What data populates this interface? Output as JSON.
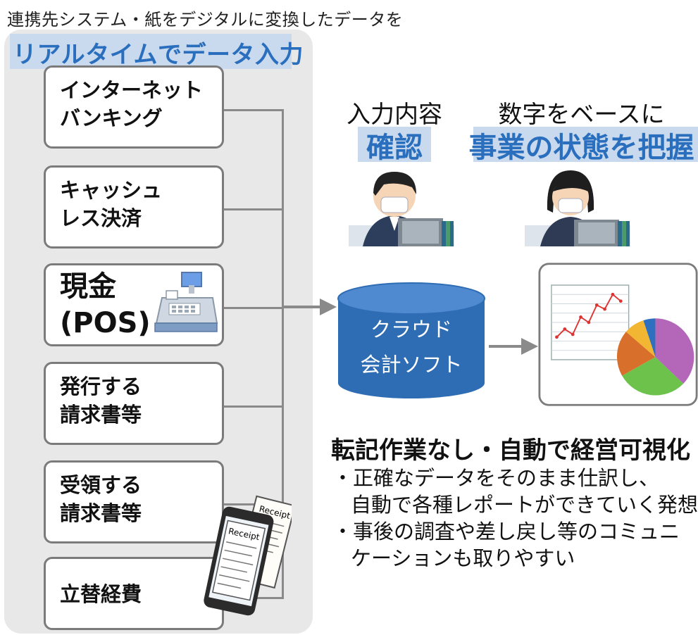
{
  "header": {
    "subtitle": "連携先システム・紙をデジタルに変換したデータを",
    "headline": "リアルタイムでデータ入力"
  },
  "sources": [
    {
      "lines": [
        "インターネット",
        "バンキング"
      ]
    },
    {
      "lines": [
        "キャッシュ",
        "レス決済"
      ]
    },
    {
      "lines": [
        "現金",
        "(POS)"
      ]
    },
    {
      "lines": [
        "発行する",
        "請求書等"
      ]
    },
    {
      "lines": [
        "受領する",
        "請求書等"
      ]
    },
    {
      "lines": [
        "立替経費"
      ]
    }
  ],
  "phone_labels": {
    "front": "Receipt",
    "back": "Receipt"
  },
  "database": {
    "line1": "クラウド",
    "line2": "会計ソフト"
  },
  "checker": {
    "line1": "入力内容",
    "line2": "確認"
  },
  "viewer": {
    "line1": "数字をベースに",
    "line2": "事業の状態を把握"
  },
  "summary": {
    "title": "転記作業なし・自動で経営可視化",
    "bullets": [
      "・正確なデータをそのまま仕訳し、",
      "自動で各種レポートができていく発想",
      "・事後の調査や差し戻し等のコミュニ",
      "ケーションも取りやすい"
    ]
  },
  "colors": {
    "accent": "#2a6fbe",
    "highlight": "#c9d9ee",
    "database": "#2e6db4",
    "panel": "#e8e8e8",
    "line": "#8a8a8a",
    "pie": [
      "#b467b8",
      "#6cc24a",
      "#d86f2a",
      "#f3b633",
      "#2f6fbf"
    ]
  }
}
